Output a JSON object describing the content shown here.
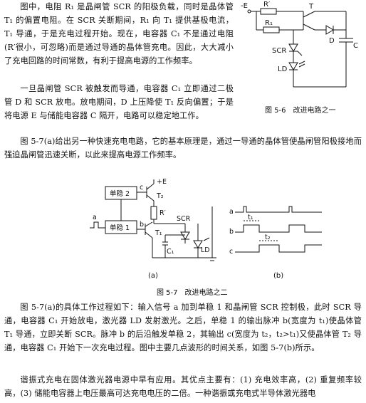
{
  "text": {
    "p1": "图中，电阻 R₁ 是晶闸管 SCR 的阳极负载，同时是晶体管 T₁ 的偏置电阻。在 SCR 关断期间，R₁ 向 T₁ 提供基极电流，T₁ 导通，于是充电过程开始。现在，电容器 C₁ 不是通过电阻(R′很小，可忽略)而是通过导通的晶体管充电。因此，大大减小了充电回路的时间常数，有利于提高电源的工作频率。",
    "p2": "一旦晶闸管 SCR 被触发而导通，电容器 C₁ 立即通过二极管 D 和 SCR 放电。放电期间，D 上压降使 T₁ 反向偏置；于是将电源 E 与储能电容器 C 隔开，电路可以稳定地工作。",
    "p3": "图 5-7(a)给出另一种快速充电电路，它的基本原理是，通过一导通的晶体管使晶闸管阳极接地而强迫晶闸管迅速关断，以此来提高电源工作频率。",
    "p4": "图 5-7(a)的具体工作过程如下：输入信号 a 加到单稳 1 和晶闸管 SCR 控制极，此时 SCR 导通，电容器 C₁ 开始放电，激光器 LD 发射激光。之后，单稳 1 的输出脉冲 b(宽度为 t₁)使晶体管 T₁ 导通，立即关断 SCR。脉冲 b 的后沿触发单稳 2，其输出 c(宽度为 t₂，t₂>t₁)又使晶体管 T₂ 导通，电容器 C₁ 开始下一次充电过程。图中主要几点波形的时间关系，如图 5-7(b)所示。",
    "p5": "谐振式充电在固体激光器电源中早有应用。其优点主要有：(1) 充电效率高，(2) 重复频率较高，(3) 储能电容器上电压最高可达充电电压的二倍。一种谐振或充电式半导体激光器电"
  },
  "fig56": {
    "caption": "图 5-6　改进电路之一",
    "labels": {
      "e": "-E",
      "r1p": "R′",
      "r1": "R₁",
      "t": "T",
      "d": "D",
      "c": "C",
      "scr": "SCR",
      "ld": "LD"
    }
  },
  "fig57": {
    "caption": "图 5-7　改进电路之二",
    "sub_a": "(a)",
    "sub_b": "(b)",
    "labels": {
      "mono2": "单稳 2",
      "mono1": "单稳 1",
      "pe": "+E",
      "rp": "R′",
      "t2": "T₂",
      "t1": "T₁",
      "scr": "SCR",
      "ld": "LD",
      "c1": "C₁",
      "a": "a",
      "b": "b",
      "c": "c",
      "wa": "a",
      "wb": "b",
      "wc": "c",
      "tt1": "t₁",
      "tt2": "t₂"
    }
  }
}
